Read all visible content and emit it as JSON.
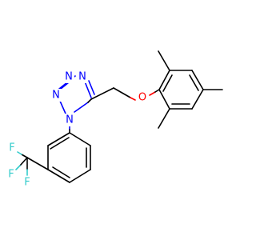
{
  "colors": {
    "carbon": "#000000",
    "nitrogen": "#0000ff",
    "oxygen": "#ff0000",
    "fluorine": "#33cccc",
    "background": "#ffffff"
  },
  "atoms": {
    "n1": "N",
    "n2": "N",
    "n3": "N",
    "n4": "N",
    "o": "O",
    "f1": "F",
    "f2": "F",
    "f3": "F"
  }
}
